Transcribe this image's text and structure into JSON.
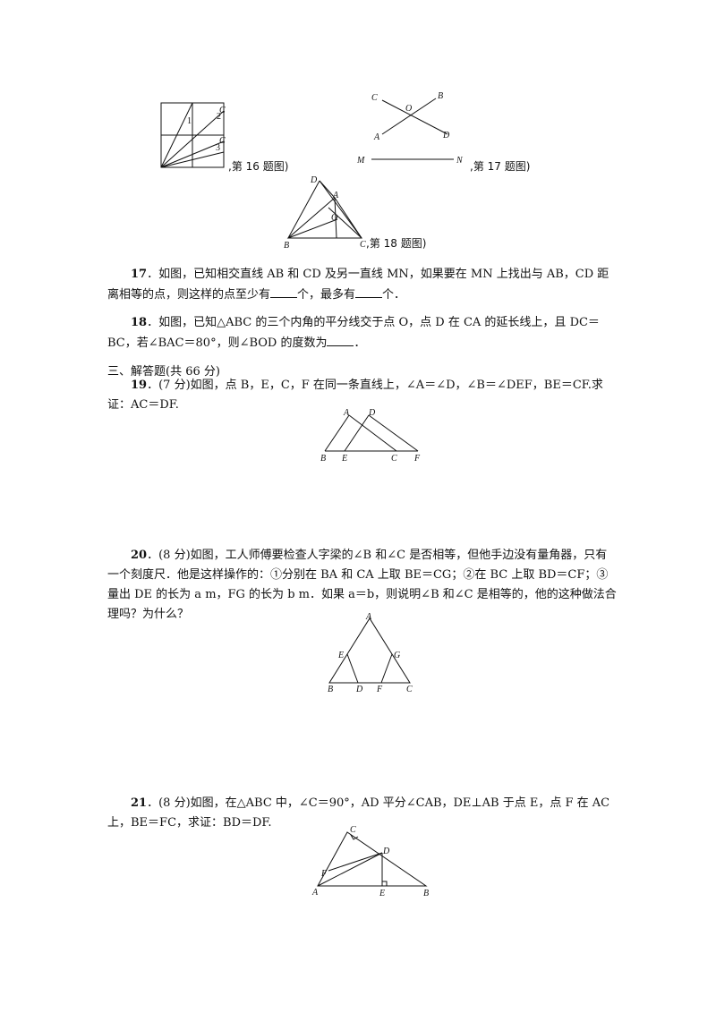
{
  "figures": {
    "fig16": {
      "caption": ",第 16 题图)",
      "labels": [
        "1",
        "2",
        "3",
        "C",
        "C"
      ]
    },
    "fig17": {
      "caption": ",第 17 题图)",
      "labels": [
        "C",
        "B",
        "O",
        "A",
        "D",
        "M",
        "N"
      ]
    },
    "fig18": {
      "caption": ",第 18 题图)",
      "labels": [
        "D",
        "A",
        "O",
        "B",
        "C"
      ]
    },
    "fig19": {
      "labels": [
        "A",
        "D",
        "B",
        "E",
        "C",
        "F"
      ]
    },
    "fig20": {
      "labels": [
        "A",
        "E",
        "G",
        "B",
        "D",
        "F",
        "C"
      ]
    },
    "fig21": {
      "labels": [
        "C",
        "D",
        "F",
        "A",
        "E",
        "B"
      ]
    }
  },
  "questions": {
    "q17": {
      "num": "17",
      "text1": "．如图，已知相交直线 AB 和 CD 及另一直线 MN，如果要在 MN 上找出与 AB，CD 距离相等的点，则这样的点至少有",
      "text2": "个，最多有",
      "text3": "个．"
    },
    "q18": {
      "num": "18",
      "text1": "．如图，已知△ABC 的三个内角的平分线交于点 O，点 D 在 CA 的延长线上，且 DC＝BC，若∠BAC＝80°，则∠BOD 的度数为",
      "text2": "．"
    },
    "section": "三、解答题(共 66 分)",
    "q19": {
      "num": "19",
      "text": "．(7 分)如图，点 B，E，C，F 在同一条直线上，∠A＝∠D，∠B＝∠DEF，BE＝CF.求证：AC＝DF."
    },
    "q20": {
      "num": "20",
      "text": "．(8 分)如图，工人师傅要检查人字梁的∠B 和∠C 是否相等，但他手边没有量角器，只有一个刻度尺．他是这样操作的：①分别在 BA 和 CA 上取 BE＝CG；②在 BC 上取 BD＝CF；③量出 DE 的长为 a m，FG 的长为 b m．如果 a＝b，则说明∠B 和∠C 是相等的，他的这种做法合理吗？为什么？"
    },
    "q21": {
      "num": "21",
      "text": "．(8 分)如图，在△ABC 中，∠C＝90°，AD 平分∠CAB，DE⊥AB 于点 E，点 F 在 AC 上，BE＝FC，求证：BD＝DF."
    }
  }
}
